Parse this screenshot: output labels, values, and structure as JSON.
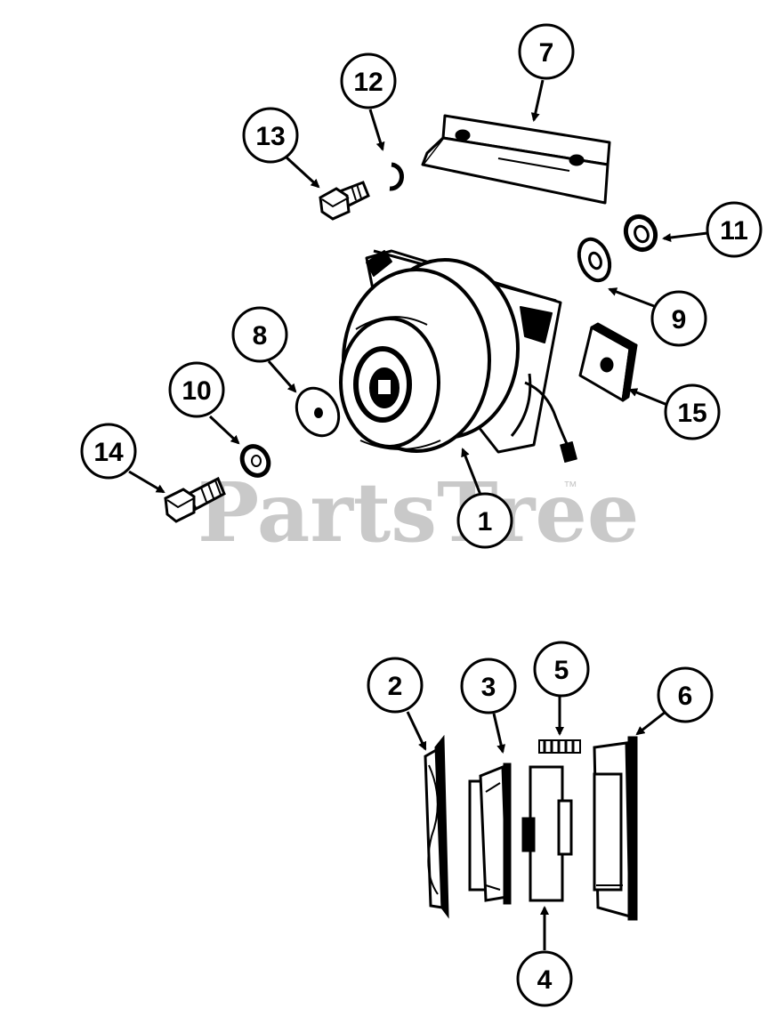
{
  "watermark": {
    "text": "PartsTree",
    "tm": "™"
  },
  "callouts": [
    {
      "id": "c1",
      "label": "1"
    },
    {
      "id": "c2",
      "label": "2"
    },
    {
      "id": "c3",
      "label": "3"
    },
    {
      "id": "c4",
      "label": "4"
    },
    {
      "id": "c5",
      "label": "5"
    },
    {
      "id": "c6",
      "label": "6"
    },
    {
      "id": "c7",
      "label": "7"
    },
    {
      "id": "c8",
      "label": "8"
    },
    {
      "id": "c9",
      "label": "9"
    },
    {
      "id": "c10",
      "label": "10"
    },
    {
      "id": "c11",
      "label": "11"
    },
    {
      "id": "c12",
      "label": "12"
    },
    {
      "id": "c13",
      "label": "13"
    },
    {
      "id": "c14",
      "label": "14"
    },
    {
      "id": "c15",
      "label": "15"
    }
  ]
}
